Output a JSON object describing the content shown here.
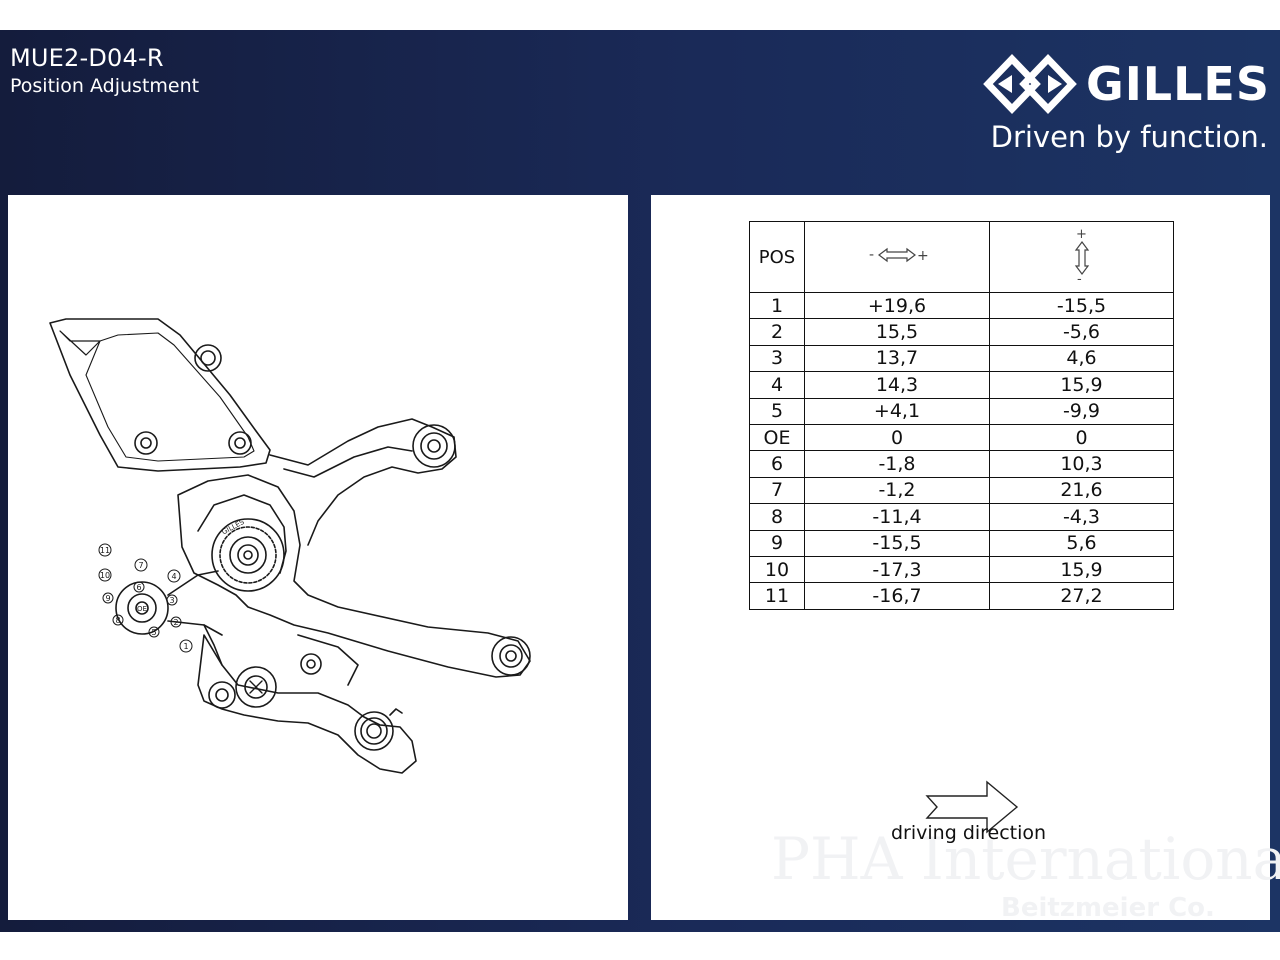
{
  "header": {
    "part_code": "MUE2-D04-R",
    "subtitle": "Position Adjustment"
  },
  "brand": {
    "name": "GILLES",
    "tagline": "Driven by function.",
    "logo_icon": "gilles-double-g-logo-icon"
  },
  "table": {
    "pos_header": "POS",
    "horizontal_header_icon": "horizontal-adjust-arrow-icon",
    "vertical_header_icon": "vertical-adjust-arrow-icon",
    "horizontal_minus": "-",
    "horizontal_plus": "+",
    "vertical_plus": "+",
    "vertical_minus": "-",
    "rows": [
      {
        "pos": "1",
        "h": "+19,6",
        "v": "-15,5"
      },
      {
        "pos": "2",
        "h": "15,5",
        "v": "-5,6"
      },
      {
        "pos": "3",
        "h": "13,7",
        "v": "4,6"
      },
      {
        "pos": "4",
        "h": "14,3",
        "v": "15,9"
      },
      {
        "pos": "5",
        "h": "+4,1",
        "v": "-9,9"
      },
      {
        "pos": "OE",
        "h": "0",
        "v": "0"
      },
      {
        "pos": "6",
        "h": "-1,8",
        "v": "10,3"
      },
      {
        "pos": "7",
        "h": "-1,2",
        "v": "21,6"
      },
      {
        "pos": "8",
        "h": "-11,4",
        "v": "-4,3"
      },
      {
        "pos": "9",
        "h": "-15,5",
        "v": "5,6"
      },
      {
        "pos": "10",
        "h": "-17,3",
        "v": "15,9"
      },
      {
        "pos": "11",
        "h": "-16,7",
        "v": "27,2"
      }
    ]
  },
  "direction": {
    "label": "driving direction",
    "icon": "right-arrow-outline-icon"
  },
  "watermark": {
    "line1": "PHA International",
    "line2": "Beitzmeier Co."
  },
  "drawing": {
    "icon": "rearset-technical-drawing",
    "eccentric_labels": [
      "1",
      "2",
      "3",
      "4",
      "5",
      "6",
      "7",
      "8",
      "9",
      "10",
      "11",
      "OE"
    ],
    "plate_text": "GILLES"
  }
}
